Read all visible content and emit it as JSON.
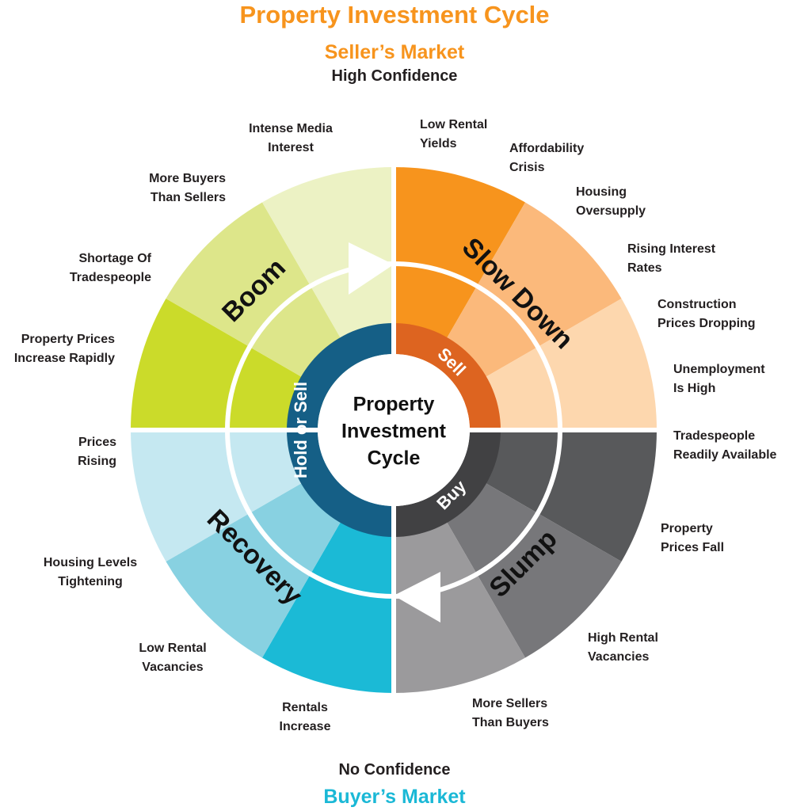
{
  "title": "Property Investment Cycle",
  "top": {
    "market": "Seller’s Market",
    "confidence": "High Confidence"
  },
  "bottom": {
    "confidence": "No Confidence",
    "market": "Buyer’s Market"
  },
  "center": {
    "line1": "Property",
    "line2": "Investment",
    "line3": "Cycle"
  },
  "colors": {
    "title": "#f7941d",
    "seller": "#f7941d",
    "buyer": "#1ab8d6"
  },
  "phases": [
    {
      "name": "Boom",
      "action": "Hold or Sell",
      "action_color": "#155f86",
      "wedges": [
        "#cbdb2a",
        "#dde68a",
        "#ecf2c4"
      ]
    },
    {
      "name": "Slow Down",
      "action": "Sell",
      "action_color": "#dd6420",
      "wedges": [
        "#f7941d",
        "#fbb97b",
        "#fdd7ae"
      ]
    },
    {
      "name": "Slump",
      "action": "Buy",
      "action_color": "#414143",
      "wedges": [
        "#58595b",
        "#77777a",
        "#9b9a9c"
      ]
    },
    {
      "name": "Recovery",
      "action": "Hold or Sell",
      "action_color": "#155f86",
      "wedges": [
        "#1bbad6",
        "#88d1e1",
        "#c5e8f1"
      ]
    }
  ],
  "labels": {
    "boom": [
      [
        "Property Prices",
        "Increase Rapidly"
      ],
      [
        "Shortage Of",
        "Tradespeople"
      ],
      [
        "More Buyers",
        "Than Sellers"
      ],
      [
        "Intense Media",
        "Interest"
      ]
    ],
    "slowdown": [
      [
        "Low Rental",
        "Yields"
      ],
      [
        "Affordability",
        "Crisis"
      ],
      [
        "Housing",
        "Oversupply"
      ],
      [
        "Rising Interest",
        "Rates"
      ],
      [
        "Construction",
        "Prices Dropping"
      ],
      [
        "Unemployment",
        "Is High"
      ]
    ],
    "slump": [
      [
        "Tradespeople",
        "Readily Available"
      ],
      [
        "Property",
        "Prices Fall"
      ],
      [
        "High Rental",
        "Vacancies"
      ],
      [
        "More Sellers",
        "Than Buyers"
      ]
    ],
    "recovery": [
      [
        "Rentals",
        "Increase"
      ],
      [
        "Low Rental",
        "Vacancies"
      ],
      [
        "Housing Levels",
        "Tightening"
      ],
      [
        "Prices",
        "Rising"
      ]
    ]
  }
}
